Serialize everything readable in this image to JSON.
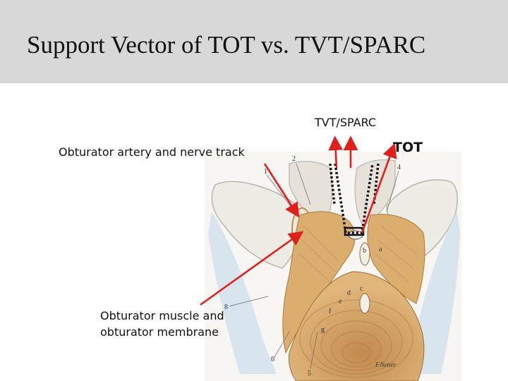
{
  "slide": {
    "title": "Support Vector of TOT vs. TVT/SPARC"
  },
  "labels": {
    "tvt_sparc": "TVT/SPARC",
    "tot": "TOT",
    "obturator_artery": "Obturator artery and nerve track",
    "obturator_muscle_line1": "Obturator muscle and",
    "obturator_muscle_line2": "obturator membrane"
  },
  "anatomy_markers": {
    "n1": "1",
    "n2": "2",
    "n4": "4",
    "n5": "5",
    "n6": "6",
    "n8": "8",
    "a": "a",
    "b": "b",
    "c": "c",
    "d": "d",
    "e": "e",
    "f": "f",
    "g": "g",
    "signature": "F.Netter"
  },
  "colors": {
    "arrow_red": "#e0201c",
    "title_bar": "#d8d8d8",
    "bone": "#efece6",
    "muscle": "#d9ad6d"
  }
}
